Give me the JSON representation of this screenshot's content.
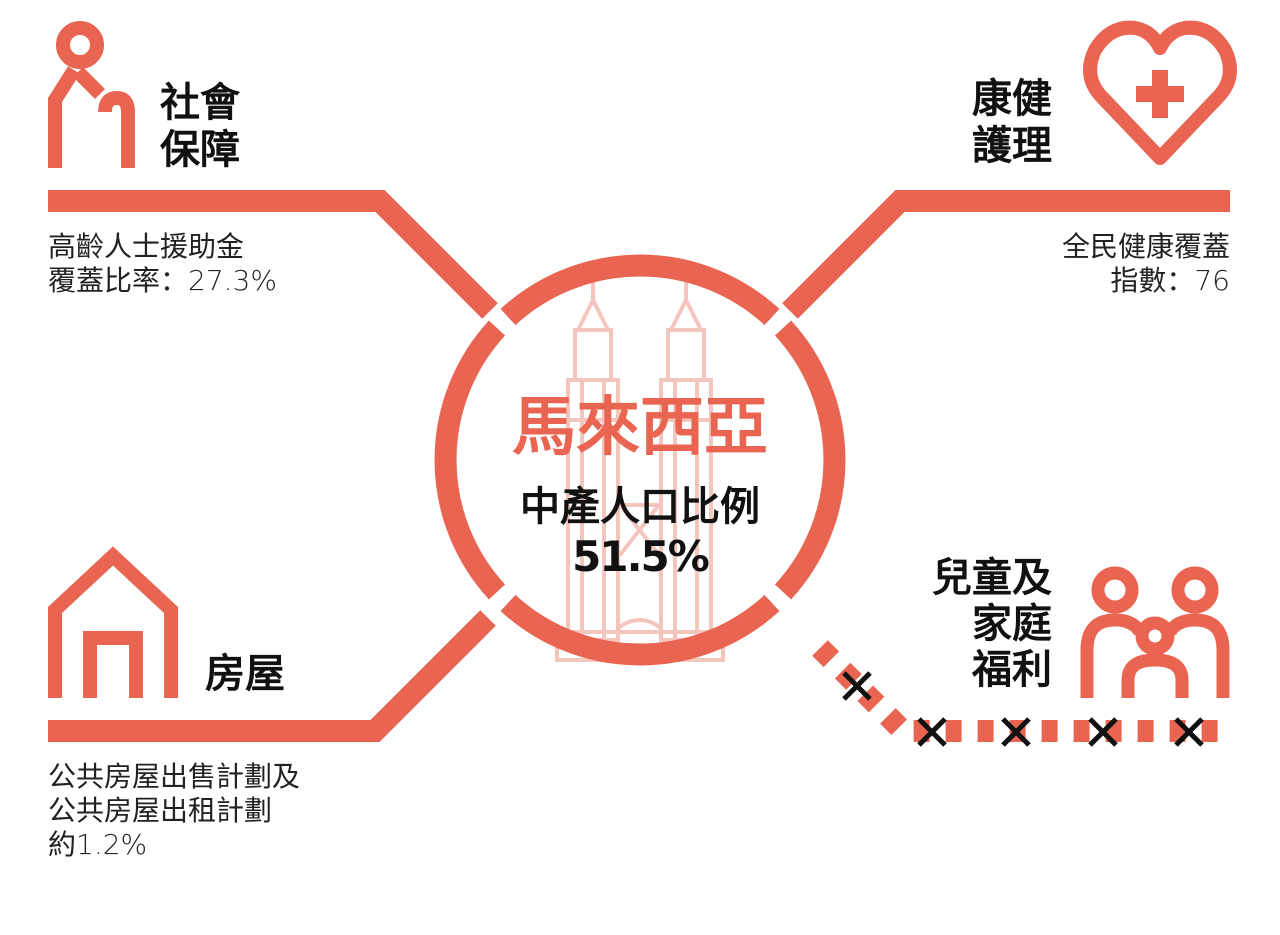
{
  "colors": {
    "accent": "#e96552",
    "tower": "#f4c5bc",
    "text": "#111111"
  },
  "center": {
    "country": "馬來西亞",
    "label": "中產人口比例",
    "value": "51.5%",
    "value_percent": 51.5
  },
  "social_security": {
    "title_line1": "社會",
    "title_line2": "保障",
    "desc_line1": "高齡人士援助金",
    "desc_line2": "覆蓋比率：27.3%",
    "icon": "elderly-person-with-cane-icon"
  },
  "health": {
    "title_line1": "康健",
    "title_line2": "護理",
    "desc_line1": "全民健康覆蓋",
    "desc_line2": "指數：76",
    "icon": "heart-plus-icon"
  },
  "housing": {
    "title": "房屋",
    "desc_line1": "公共房屋出售計劃及",
    "desc_line2": "公共房屋出租計劃",
    "desc_line3": "約1.2%",
    "icon": "house-icon"
  },
  "family": {
    "title_line1": "兒童及",
    "title_line2": "家庭",
    "title_line3": "福利",
    "icon": "family-icon",
    "status_icon": "cross-mark-icon",
    "cross_count": 5
  }
}
